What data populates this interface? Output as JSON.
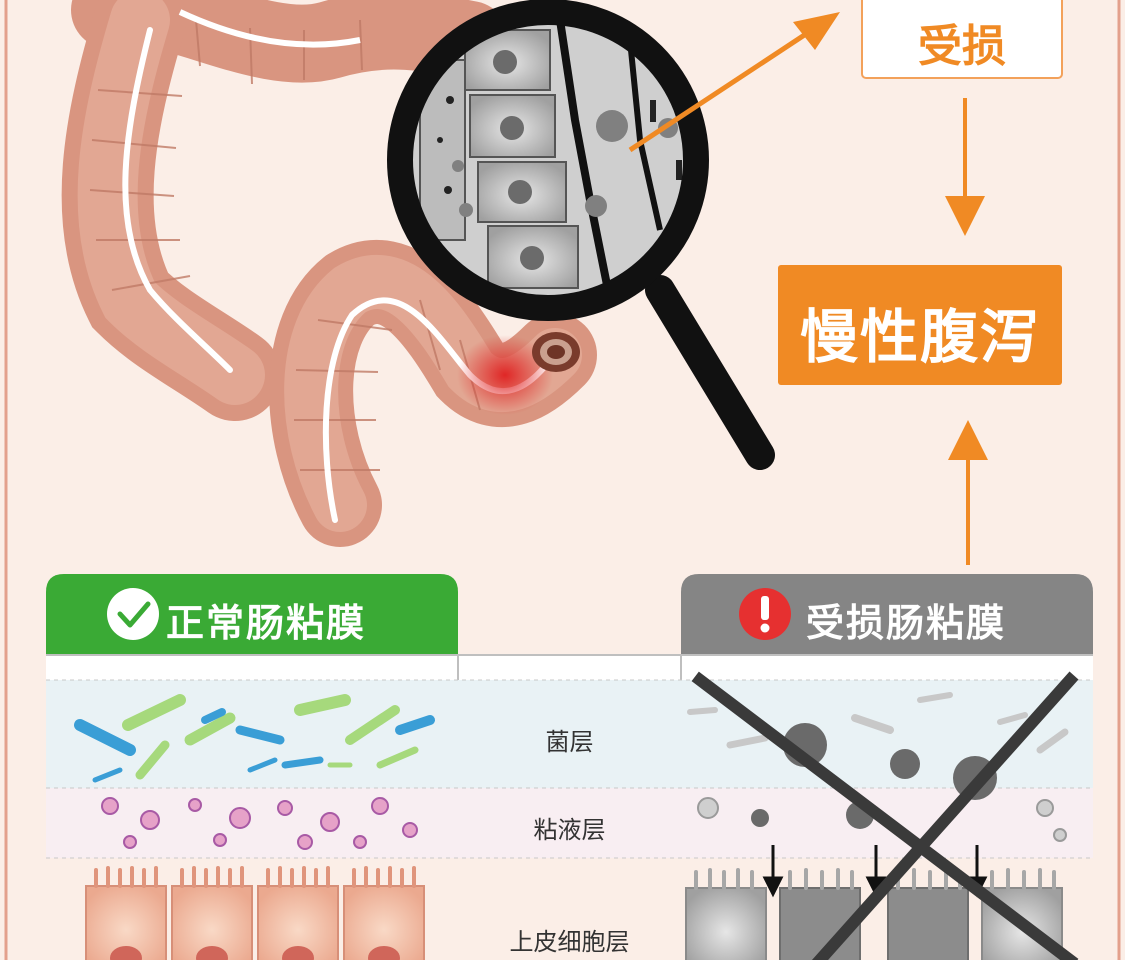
{
  "flow": {
    "damaged": "受损",
    "chronic_diarrhea": "慢性腹泻"
  },
  "table": {
    "normal_title": "正常肠粘膜",
    "damaged_title": "受损肠粘膜",
    "layers": [
      "菌层",
      "粘液层",
      "上皮细胞层"
    ]
  },
  "colors": {
    "accent_orange": "#f08a24",
    "normal_green": "#3aaa35",
    "damaged_gray": "#858585",
    "warning_red": "#e63030"
  },
  "icons": [
    "check-icon",
    "warning-icon",
    "magnifier-icon"
  ]
}
